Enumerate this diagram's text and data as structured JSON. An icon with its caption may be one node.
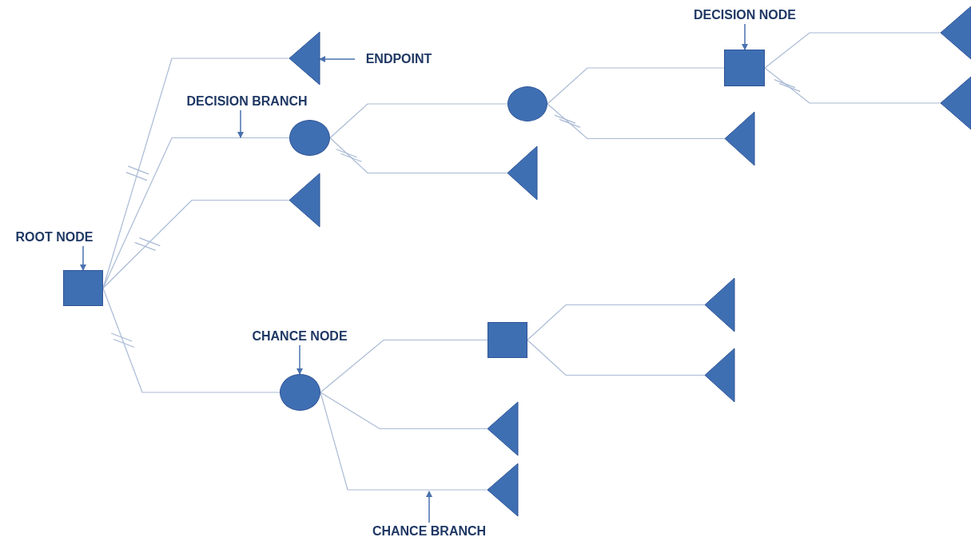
{
  "diagram": {
    "nodes": [
      {
        "text": [
          "ROOT NODE"
        ]
      },
      {
        "text": [],
        "shape": "box"
      },
      {
        "text": [
          "ENDPOINT"
        ]
      },
      {
        "text": [
          "DECISION BRANCH"
        ]
      },
      {
        "text": [],
        "shape": "triangle"
      },
      {
        "text": [],
        "shape": "circle"
      },
      {
        "text": [],
        "shape": "triangle"
      },
      {
        "text": [],
        "shape": "circle"
      },
      {
        "text": [],
        "shape": "triangle"
      },
      {
        "text": [
          "DECISION NODE"
        ]
      },
      {
        "text": [],
        "shape": "box"
      },
      {
        "text": [],
        "shape": "triangle"
      },
      {
        "text": [],
        "shape": "triangle"
      },
      {
        "text": [],
        "shape": "triangle"
      },
      {
        "text": [
          "CHANCE NODE"
        ]
      },
      {
        "text": [],
        "shape": "circle"
      },
      {
        "text": [],
        "shape": "box"
      },
      {
        "text": [],
        "shape": "triangle"
      },
      {
        "text": [],
        "shape": "triangle"
      },
      {
        "text": [],
        "shape": "triangle"
      },
      {
        "text": [],
        "shape": "triangle"
      },
      {
        "text": [
          "CHANCE BRANCH"
        ]
      }
    ],
    "edges": [
      {
        "from": 1,
        "to": 4,
        "arrow": "none"
      },
      {
        "from": 1,
        "to": 5,
        "arrow": "none"
      },
      {
        "from": 1,
        "to": 6,
        "arrow": "none"
      },
      {
        "from": 1,
        "to": 15,
        "arrow": "none"
      },
      {
        "from": 5,
        "to": 7,
        "arrow": "none"
      },
      {
        "from": 5,
        "to": 8,
        "arrow": "none"
      },
      {
        "from": 7,
        "to": 10,
        "arrow": "none"
      },
      {
        "from": 7,
        "to": 13,
        "arrow": "none"
      },
      {
        "from": 10,
        "to": 11,
        "arrow": "none"
      },
      {
        "from": 10,
        "to": 12,
        "arrow": "none"
      },
      {
        "from": 15,
        "to": 16,
        "arrow": "none"
      },
      {
        "from": 15,
        "to": 19,
        "arrow": "none"
      },
      {
        "from": 15,
        "to": 20,
        "arrow": "none"
      },
      {
        "from": 16,
        "to": 17,
        "arrow": "none"
      },
      {
        "from": 16,
        "to": 18,
        "arrow": "none"
      },
      {
        "from": 0,
        "to": 1,
        "arrow": "to",
        "color": "#4a72ae"
      },
      {
        "from": 2,
        "to": 4,
        "arrow": "to",
        "color": "#4a72ae"
      },
      {
        "from": 3,
        "to": null,
        "arrow": "to",
        "color": "#4a72ae"
      },
      {
        "from": 9,
        "to": 10,
        "arrow": "to",
        "color": "#4a72ae"
      },
      {
        "from": 14,
        "to": 15,
        "arrow": "to",
        "color": "#4a72ae"
      },
      {
        "from": 21,
        "to": null,
        "arrow": "to",
        "color": "#4a72ae"
      }
    ]
  }
}
